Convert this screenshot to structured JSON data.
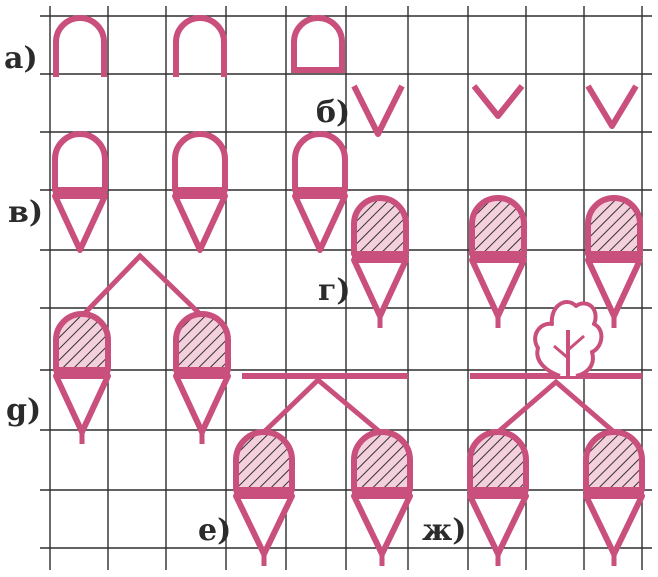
{
  "labels": {
    "a": "а)",
    "b": "б)",
    "v": "в)",
    "g": "г)",
    "d": "g)",
    "e": "е)",
    "zh": "ж)"
  },
  "colors": {
    "stroke": "#c94f7c",
    "fill_light": "#f4cfdc",
    "grid": "#2e2e2e",
    "hatch": "#333333",
    "text": "#2b2b2b"
  }
}
